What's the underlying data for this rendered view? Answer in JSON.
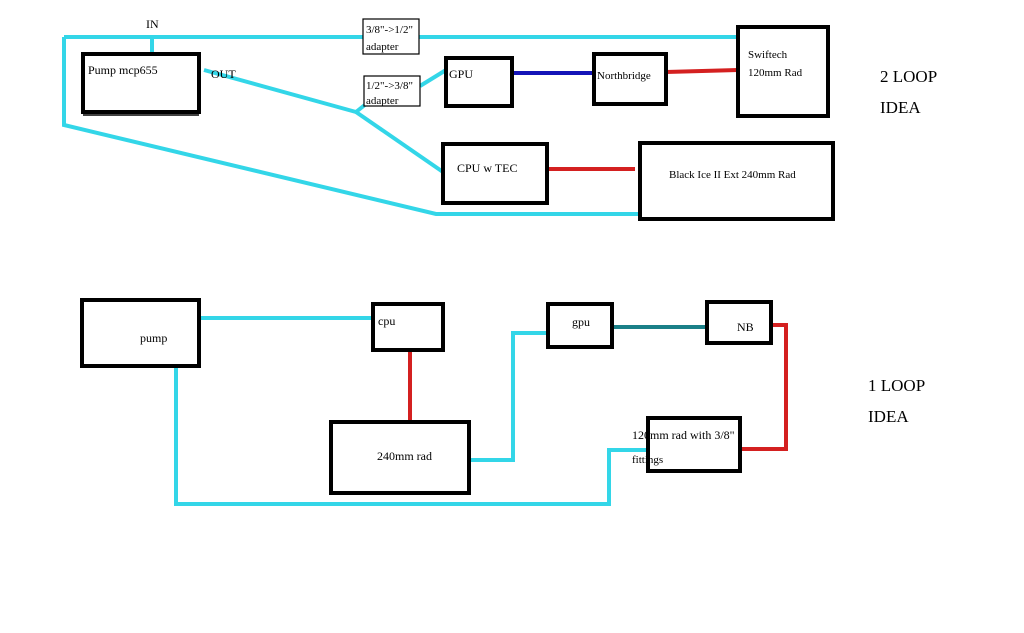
{
  "colors": {
    "water": "#33d6e8",
    "hot": "#d42020",
    "cold": "#1414b8",
    "teal": "#1a8088",
    "box": "#000000"
  },
  "loop2": {
    "title_line1": "2 LOOP",
    "title_line2": "IDEA",
    "label_in": "IN",
    "label_out": "OUT",
    "pump": "Pump mcp655",
    "adapter1_line1": "3/8\"->1/2\"",
    "adapter1_line2": "adapter",
    "adapter2_line1": "1/2\"->3/8\"",
    "adapter2_line2": "adapter",
    "gpu": "GPU",
    "northbridge": "Northbridge",
    "rad1_line1": "Swiftech",
    "rad1_line2": "120mm Rad",
    "cpu": "CPU w TEC",
    "rad2": "Black Ice II Ext 240mm Rad"
  },
  "loop1": {
    "title_line1": "1 LOOP",
    "title_line2": "IDEA",
    "pump": "pump",
    "cpu": "cpu",
    "rad240": "240mm rad",
    "gpu": "gpu",
    "nb": "NB",
    "rad120_line1": "120mm rad with 3/8\"",
    "rad120_line2": "fittings"
  }
}
